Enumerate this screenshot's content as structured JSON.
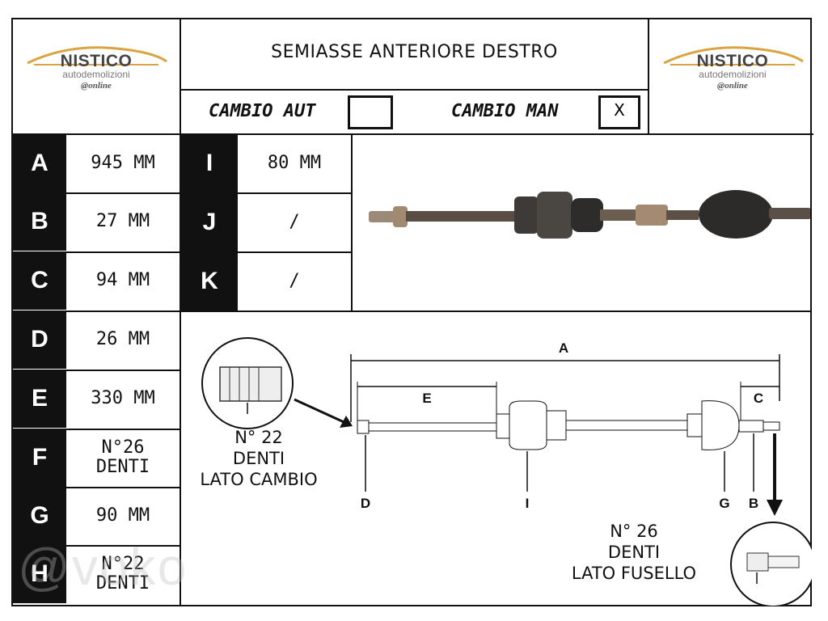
{
  "header": {
    "logo_brand": "NISTICO",
    "logo_sub": "autodemolizioni",
    "logo_online": "@online",
    "title": "SEMIASSE ANTERIORE DESTRO",
    "cambio_aut_label": "CAMBIO AUT",
    "cambio_aut_mark": "",
    "cambio_man_label": "CAMBIO MAN",
    "cambio_man_mark": "X"
  },
  "specs_left": [
    {
      "letter": "A",
      "value": "945 MM"
    },
    {
      "letter": "B",
      "value": "27 MM"
    },
    {
      "letter": "C",
      "value": "94 MM"
    },
    {
      "letter": "D",
      "value": "26 MM"
    },
    {
      "letter": "E",
      "value": "330 MM"
    },
    {
      "letter": "F",
      "value": "N°26\nDENTI"
    },
    {
      "letter": "G",
      "value": "90 MM"
    },
    {
      "letter": "H",
      "value": "N°22\nDENTI"
    }
  ],
  "specs_right": [
    {
      "letter": "I",
      "value": "80 MM"
    },
    {
      "letter": "J",
      "value": "/"
    },
    {
      "letter": "K",
      "value": "/"
    }
  ],
  "diagram": {
    "dim_labels": {
      "A": "A",
      "E": "E",
      "C": "C",
      "D": "D",
      "I": "I",
      "G": "G",
      "B": "B"
    },
    "note_cambio": [
      "N° 22",
      "DENTI",
      "LATO CAMBIO"
    ],
    "note_fusello": [
      "N° 26",
      "DENTI",
      "LATO FUSELLO"
    ]
  },
  "watermark": "@voko"
}
